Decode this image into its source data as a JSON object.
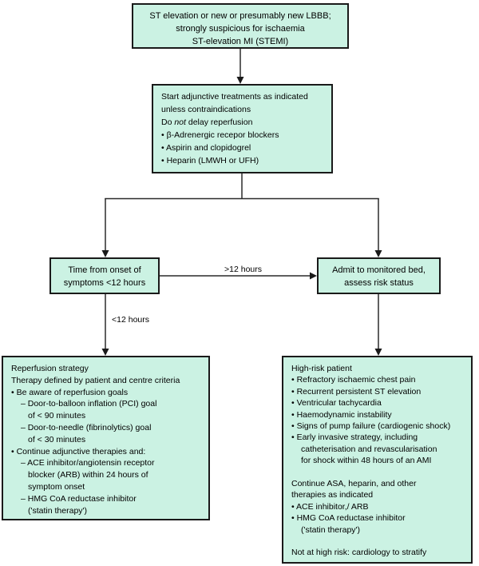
{
  "figure": {
    "background": "#ffffff",
    "node_fill": "#cbf2e3",
    "node_border": "#1a1a1a",
    "connector_color": "#2a2a2a"
  },
  "nodes": {
    "stemi": {
      "lines": [
        {
          "t": "ST elevation or new or presumably new LBBB;",
          "ind": 0
        },
        {
          "t": "strongly suspicious for ischaemia",
          "ind": 0
        },
        {
          "t": "ST-elevation MI (STEMI)",
          "ind": 0
        }
      ]
    },
    "adjunctive": {
      "line1": "Start adjunctive treatments as indicated",
      "line2": "unless contraindications",
      "do_not_pre": "Do ",
      "do_not_italic": "not",
      "do_not_post": " delay reperfusion",
      "bullet1": "• β-Adrenergic recepor blockers",
      "bullet2": "• Aspirin and clopidogrel",
      "bullet3": "• Heparin (LMWH or UFH)"
    },
    "time_onset": {
      "lines": [
        {
          "t": "Time from onset of",
          "ind": 0
        },
        {
          "t": "symptoms <12 hours",
          "ind": 0
        }
      ]
    },
    "admit": {
      "lines": [
        {
          "t": "Admit to monitored bed,",
          "ind": 0
        },
        {
          "t": "assess risk status",
          "ind": 0
        }
      ]
    },
    "reperfusion": {
      "lines": [
        {
          "t": "Reperfusion strategy",
          "ind": 0
        },
        {
          "t": "Therapy defined by patient and centre criteria",
          "ind": 0
        },
        {
          "t": "• Be aware of reperfusion goals",
          "ind": 0
        },
        {
          "t": "– Door-to-balloon inflation (PCI) goal",
          "ind": 1
        },
        {
          "t": "of < 90 minutes",
          "ind": 2
        },
        {
          "t": "– Door-to-needle (fibrinolytics) goal",
          "ind": 1
        },
        {
          "t": "of < 30 minutes",
          "ind": 2
        },
        {
          "t": "• Continue adjunctive therapies and:",
          "ind": 0
        },
        {
          "t": "– ACE inhibitor/angiotensin receptor",
          "ind": 1
        },
        {
          "t": "blocker (ARB) within 24 hours of",
          "ind": 2
        },
        {
          "t": "symptom onset",
          "ind": 2
        },
        {
          "t": "– HMG CoA reductase inhibitor",
          "ind": 1
        },
        {
          "t": "('statin therapy')",
          "ind": 2
        }
      ]
    },
    "high_risk": {
      "lines": [
        {
          "t": "High-risk patient",
          "ind": 0
        },
        {
          "t": "• Refractory ischaemic chest pain",
          "ind": 0
        },
        {
          "t": "• Recurrent persistent ST elevation",
          "ind": 0
        },
        {
          "t": "• Ventricular tachycardia",
          "ind": 0
        },
        {
          "t": "• Haemodynamic instability",
          "ind": 0
        },
        {
          "t": "• Signs of pump failure (cardiogenic shock)",
          "ind": 0
        },
        {
          "t": "• Early invasive strategy, including",
          "ind": 0
        },
        {
          "t": "catheterisation and revascularisation",
          "ind": 1
        },
        {
          "t": "for shock within 48 hours of an AMI",
          "ind": 1
        },
        {
          "t": "",
          "ind": 0
        },
        {
          "t": "Continue ASA, heparin, and other",
          "ind": 0
        },
        {
          "t": "therapies as indicated",
          "ind": 0
        },
        {
          "t": "• ACE inhibitor,/ ARB",
          "ind": 0
        },
        {
          "t": "• HMG CoA reductase inhibitor",
          "ind": 0
        },
        {
          "t": "('statin therapy')",
          "ind": 1
        },
        {
          "t": "",
          "ind": 0
        },
        {
          "t": "Not at high risk: cardiology to stratify",
          "ind": 0
        }
      ]
    }
  },
  "edge_labels": {
    "gt12": ">12 hours",
    "lt12": "<12 hours"
  }
}
